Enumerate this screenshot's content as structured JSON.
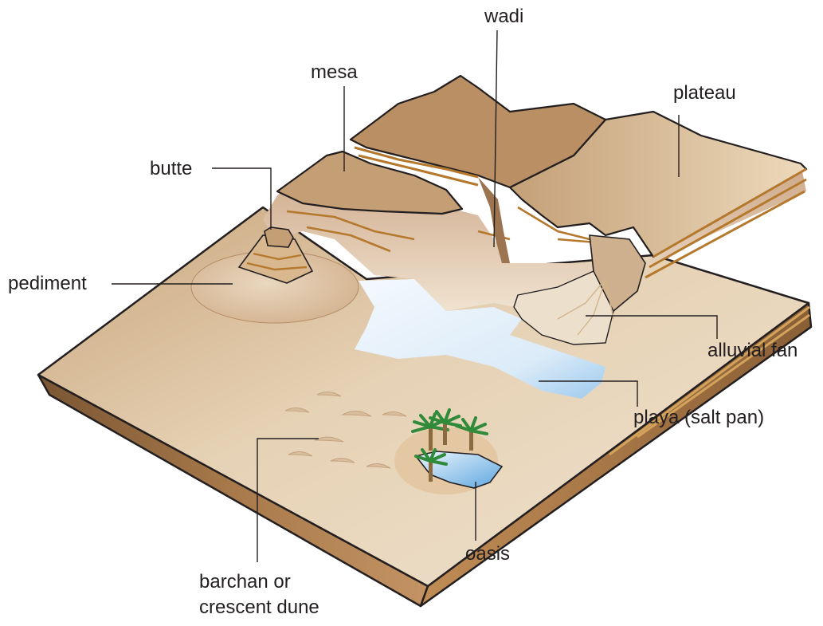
{
  "labels": {
    "wadi": "wadi",
    "mesa": "mesa",
    "plateau": "plateau",
    "butte": "butte",
    "pediment": "pediment",
    "alluvial_fan": "alluvial fan",
    "playa": "playa (salt pan)",
    "oasis": "oasis",
    "barchan_line1": "barchan or",
    "barchan_line2": "crescent dune"
  },
  "colors": {
    "sand_light": "#ecdcc4",
    "sand_mid": "#d9b98f",
    "sand_dark": "#a87a4a",
    "block_side": "#b88a58",
    "block_side_dark": "#7a5634",
    "rock_top": "#c9a27a",
    "cliff_band": "#b5792e",
    "water_light": "#e8f2fb",
    "water_blue": "#8fc2ea",
    "palm_green": "#2f8a3a",
    "outline": "#231f20"
  }
}
